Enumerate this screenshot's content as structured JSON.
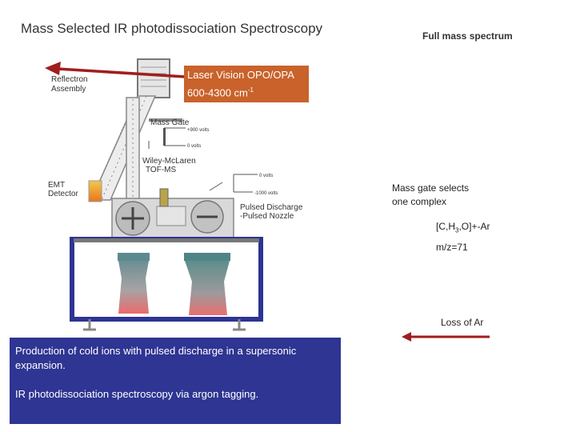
{
  "slide": {
    "title": "Mass Selected IR photodissociation Spectroscopy",
    "full_mass_label": "Full mass spectrum"
  },
  "laser_box": {
    "text": "Laser Vision OPO/OPA",
    "range": "600-4300 cm",
    "exponent": "-1",
    "color": "#c9622b"
  },
  "instrument": {
    "reflectron": [
      "Reflectron",
      "Assembly"
    ],
    "mass_gate": "Mass Gate",
    "gate_voltages": [
      "+900 volts",
      "0 volts"
    ],
    "tof": [
      "Wiley-McLaren",
      "TOF-MS"
    ],
    "detector": [
      "EMT",
      "Detector"
    ],
    "nozzle_voltages": [
      "0 volts",
      "-1000 volts"
    ],
    "nozzle": [
      "Pulsed Discharge",
      "-Pulsed Nozzle"
    ]
  },
  "annotations": {
    "mass_gate_selects": [
      "Mass gate selects",
      "one complex"
    ],
    "complex": {
      "prefix": "[C,H",
      "subscript": "3",
      "suffix": ",O]+-Ar"
    },
    "mz": "m/z=71",
    "loss": "Loss of Ar"
  },
  "bottom_box": {
    "line1": "Production of cold ions with pulsed discharge in a supersonic expansion.",
    "line2": "IR photodissociation spectroscopy via argon tagging.",
    "color": "#2e3592"
  },
  "colors": {
    "arrow": "#a01e1e",
    "frame": "#2e3592"
  }
}
